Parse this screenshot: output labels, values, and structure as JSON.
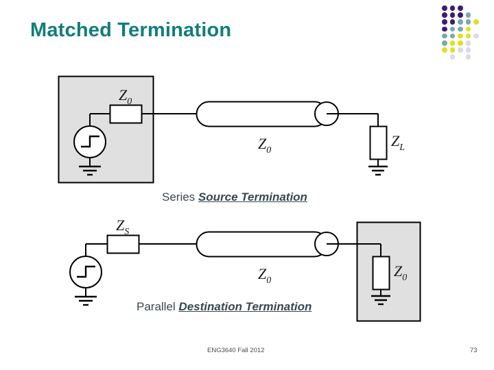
{
  "slide": {
    "title": "Matched Termination",
    "title_color": "#127d7d",
    "background_color": "#ffffff"
  },
  "logo": {
    "name": "dot-grid-logo",
    "colors": {
      "purple": "#3f1d6e",
      "teal": "#7aa8ad",
      "yellow": "#e3e021",
      "lavender": "#d9d9ec"
    }
  },
  "figures": {
    "top": {
      "name": "series-source-termination-circuit",
      "box_label": "source-block",
      "box_fill": "#e0e0e0",
      "series_resistor_label": "Z",
      "series_resistor_sub": "0",
      "transmission_line_label": "Z",
      "transmission_line_sub": "0",
      "load_resistor_label": "Z",
      "load_resistor_sub": "L",
      "source_symbol": "step-voltage-source"
    },
    "bottom": {
      "name": "parallel-destination-termination-circuit",
      "box_label": "destination-block",
      "box_fill": "#e0e0e0",
      "series_resistor_label": "Z",
      "series_resistor_sub": "S",
      "transmission_line_label": "Z",
      "transmission_line_sub": "0",
      "load_resistor_label": "Z",
      "load_resistor_sub": "0",
      "source_symbol": "step-voltage-source"
    }
  },
  "captions": {
    "series": {
      "plain": "Series ",
      "emph": "Source Termination"
    },
    "parallel": {
      "plain": "Parallel ",
      "emph": "Destination Termination"
    }
  },
  "footer": {
    "course": "ENG3640 Fall 2012",
    "page": "73"
  }
}
